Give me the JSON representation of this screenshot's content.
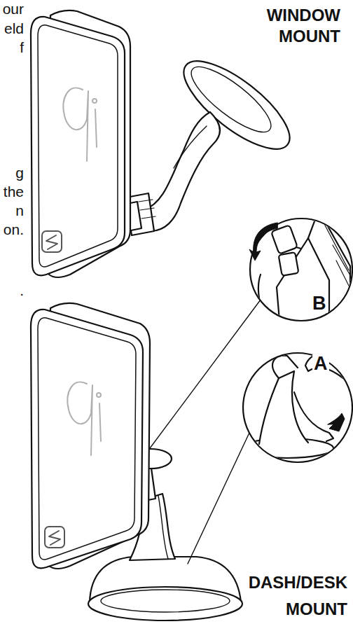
{
  "diagram": {
    "labels": [
      "our",
      "eld",
      "f",
      "WINDOW",
      "MOUNT",
      "g",
      "the",
      "n",
      "on.",
      "B",
      ".",
      "A",
      "DASH/DESK",
      "MOUNT"
    ]
  }
}
